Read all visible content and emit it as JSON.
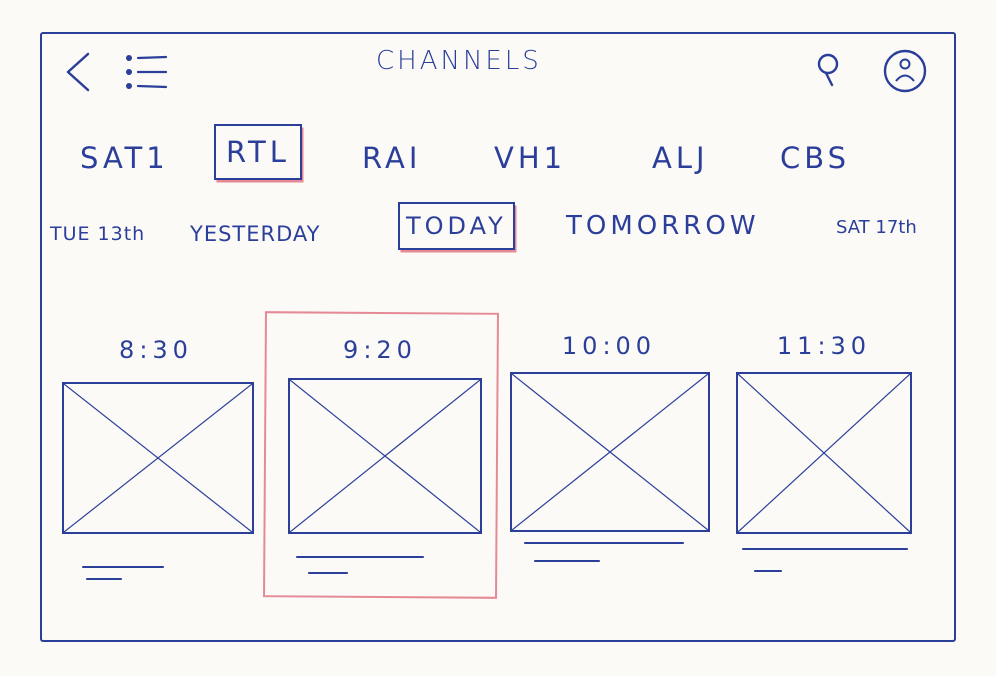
{
  "header": {
    "title": "CHANNELS",
    "back_icon": "chevron-left-icon",
    "menu_icon": "list-icon",
    "search_icon": "search-icon",
    "profile_icon": "user-icon"
  },
  "channels": {
    "selected": "RTL",
    "items": [
      {
        "label": "SAT1"
      },
      {
        "label": "RTL"
      },
      {
        "label": "RAI"
      },
      {
        "label": "VH1"
      },
      {
        "label": "ALJ"
      },
      {
        "label": "CBS"
      }
    ]
  },
  "dates": {
    "selected": "TODAY",
    "items": [
      {
        "label": "TUE 13th"
      },
      {
        "label": "YESTERDAY"
      },
      {
        "label": "TODAY"
      },
      {
        "label": "TOMORROW"
      },
      {
        "label": "SAT 17th"
      }
    ]
  },
  "programs": {
    "selected_index": 1,
    "items": [
      {
        "time": "8:30",
        "thumbnail": "image-placeholder-icon"
      },
      {
        "time": "9:20",
        "thumbnail": "image-placeholder-icon"
      },
      {
        "time": "10:00",
        "thumbnail": "image-placeholder-icon"
      },
      {
        "time": "11:30",
        "thumbnail": "image-placeholder-icon"
      }
    ]
  },
  "colors": {
    "ink": "#2b3f9a",
    "highlight": "#e58a95",
    "paper": "#fbfaf7"
  }
}
